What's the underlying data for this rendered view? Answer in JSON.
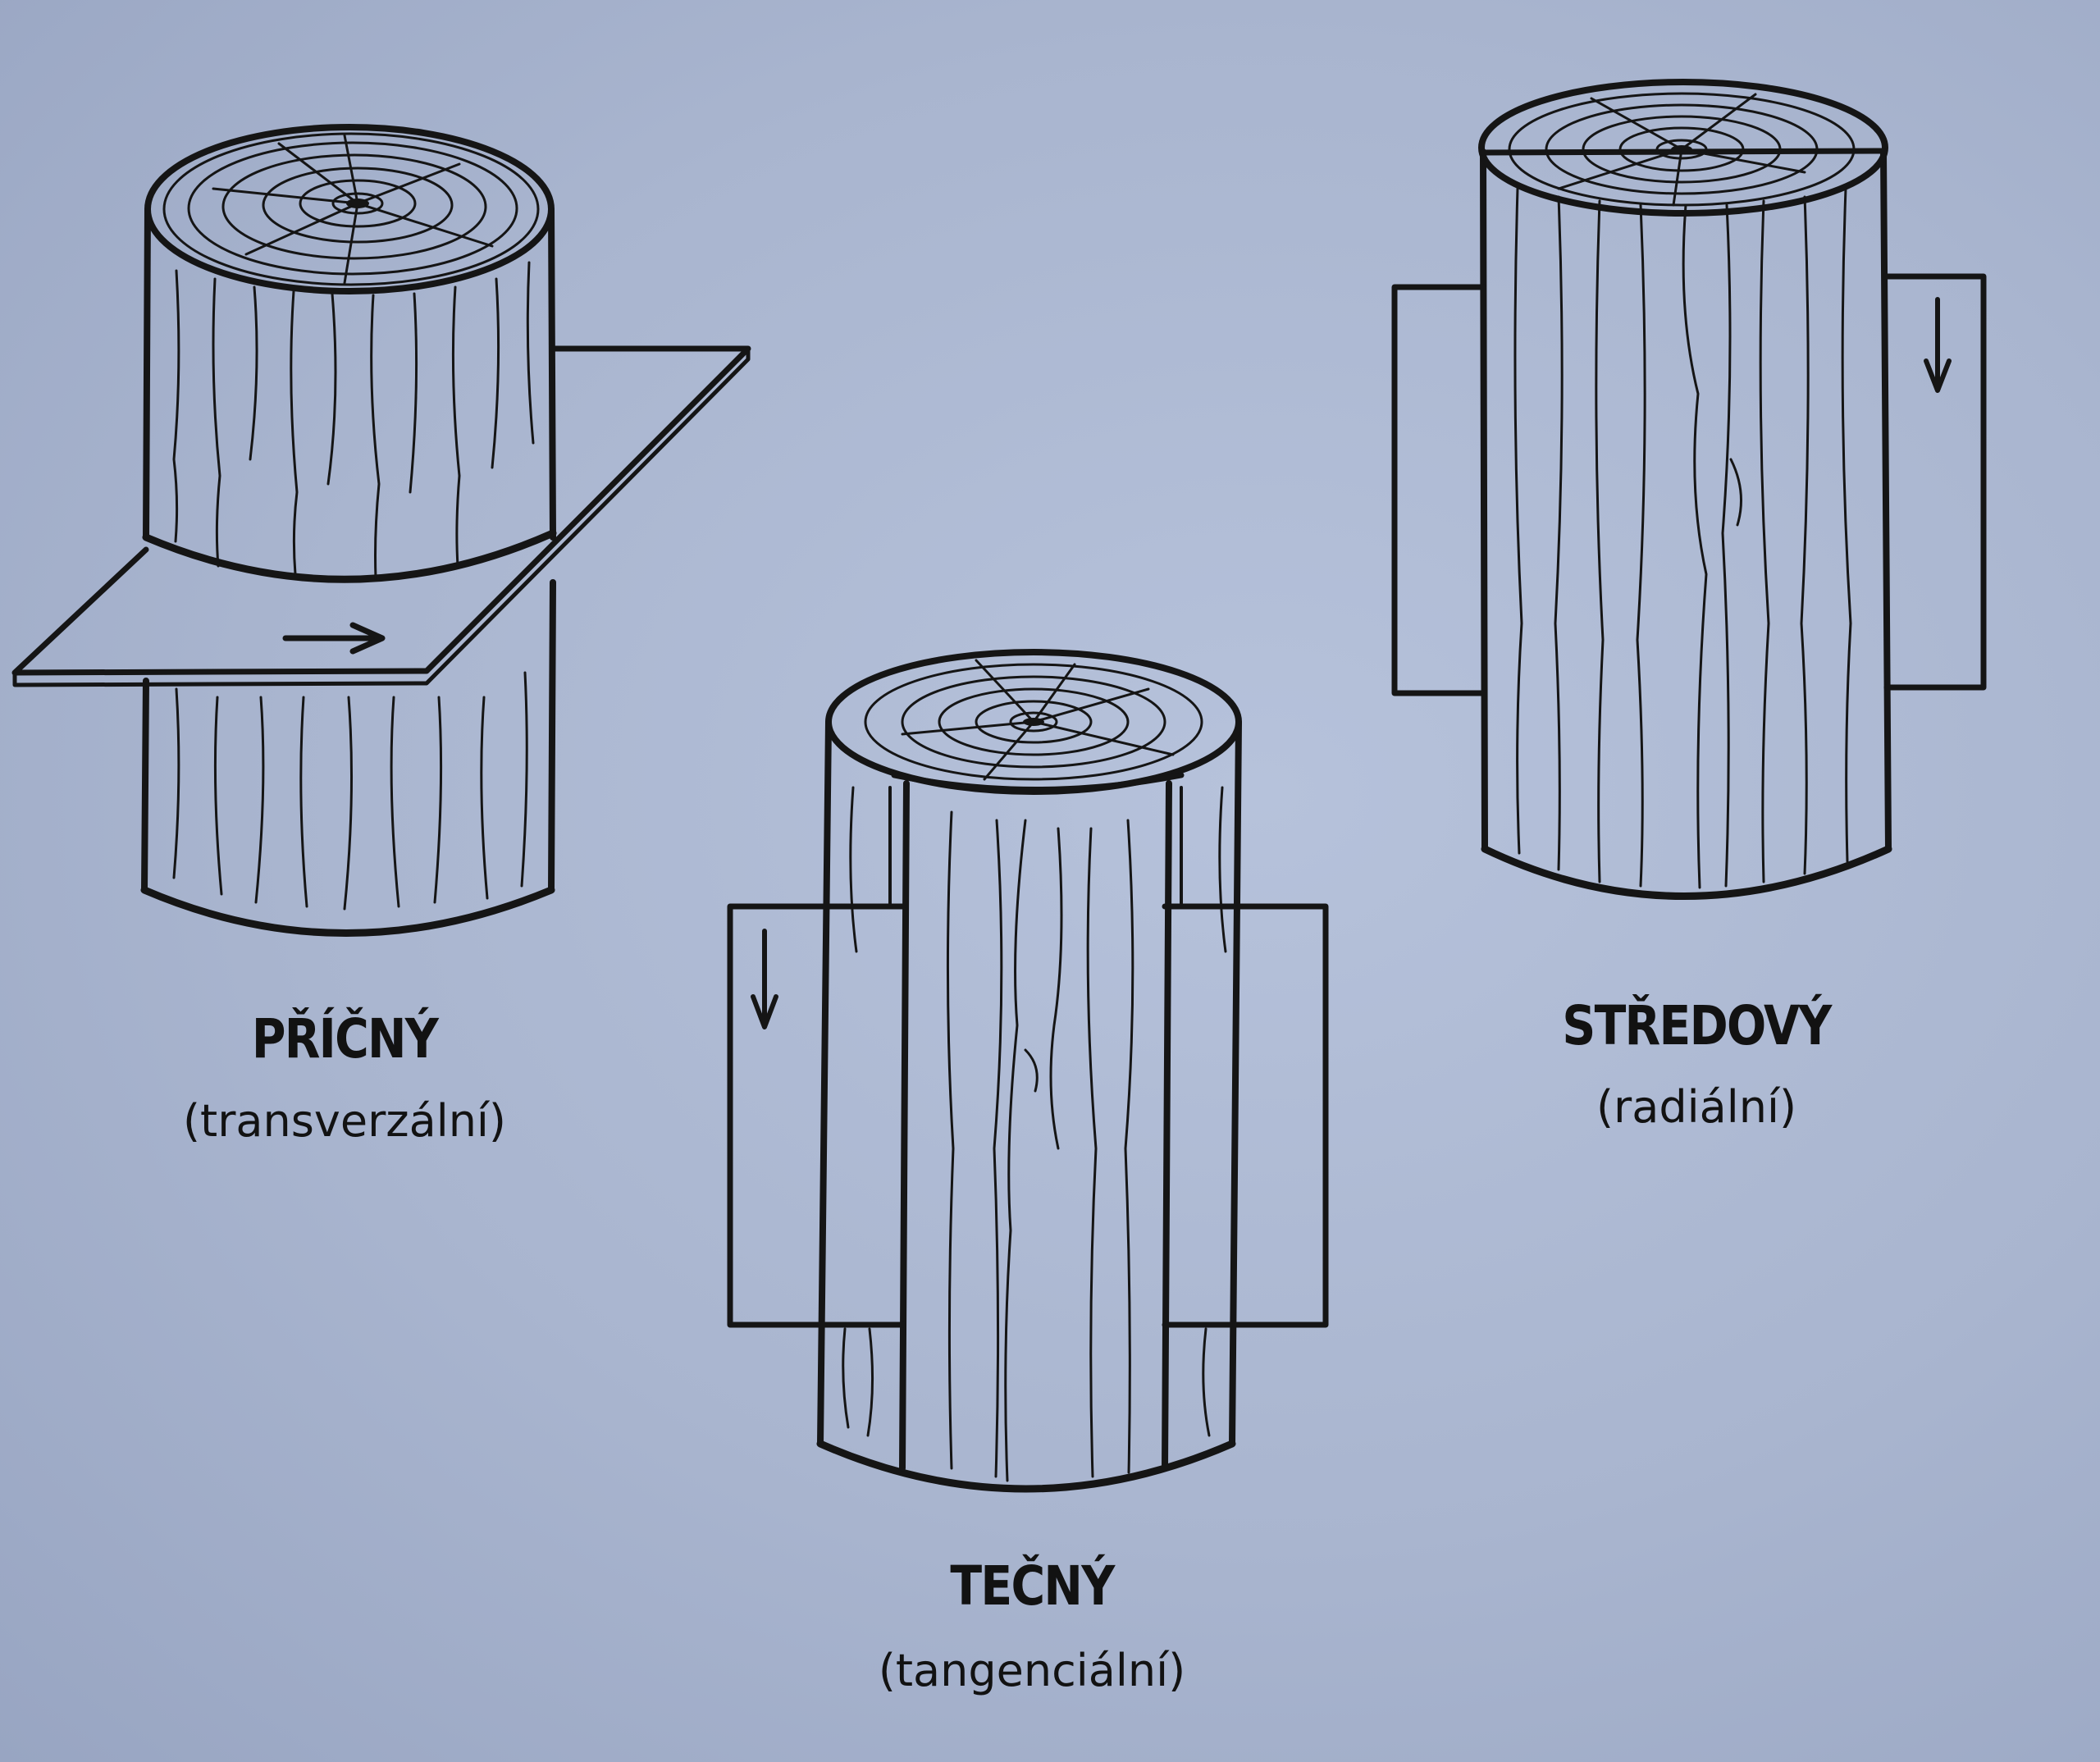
{
  "colors": {
    "background": "#a9b5d0",
    "ink": "#151515"
  },
  "cuts": [
    {
      "id": "transverse",
      "name": "PŘÍČNÝ",
      "sublabel": "(transverzální)"
    },
    {
      "id": "tangential",
      "name": "TEČNÝ",
      "sublabel": "(tangenciální)"
    },
    {
      "id": "radial",
      "name": "STŘEDOVÝ",
      "sublabel": "(radiální)"
    }
  ]
}
